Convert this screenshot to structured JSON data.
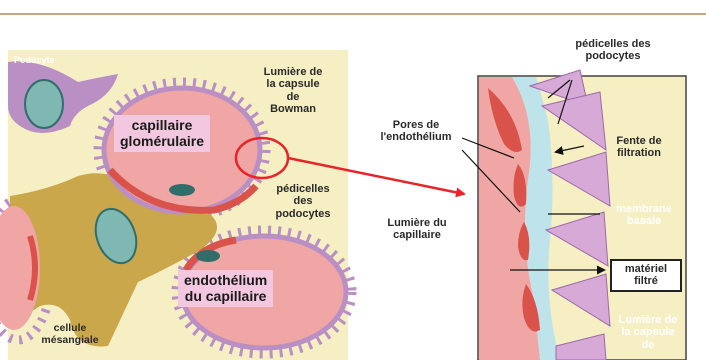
{
  "labels": {
    "podocyte": "Podocyte",
    "lumiere_capsule_left": "Lumière de\nla capsule\nde\nBowman",
    "capillaire_glomerulaire": "capillaire\nglomérulaire",
    "pedicelles_left": "pédicelles\ndes\npodocytes",
    "endothelium_capillaire": "endothélium\ndu capillaire",
    "cellule_mesangiale": "cellule\nmésangiale",
    "pedicelles_right": "pédicelles des\npodocytes",
    "pores_endothelium": "Pores de\nl'endothélium",
    "fente_filtration": "Fente de\nfiltration",
    "lumiere_capillaire": "Lumière du\ncapillaire",
    "membrane_basale": "membrane\nbasale",
    "materiel_filtre": "matériel\nfiltré",
    "lumiere_capsule_right": "Lumière de\nla capsule\nde"
  },
  "colors": {
    "header_rule": "#c9a58a",
    "background_cream": "#f6efc4",
    "podocyte_purple": "#b98fc4",
    "capillary_pink": "#efa6a4",
    "mesangial_tan": "#c9a74a",
    "nucleus_teal": "#7fb7b2",
    "endothelium_red": "#d9534a",
    "highlight_red": "#e8242a",
    "membrane_blue": "#bfe3ea"
  }
}
